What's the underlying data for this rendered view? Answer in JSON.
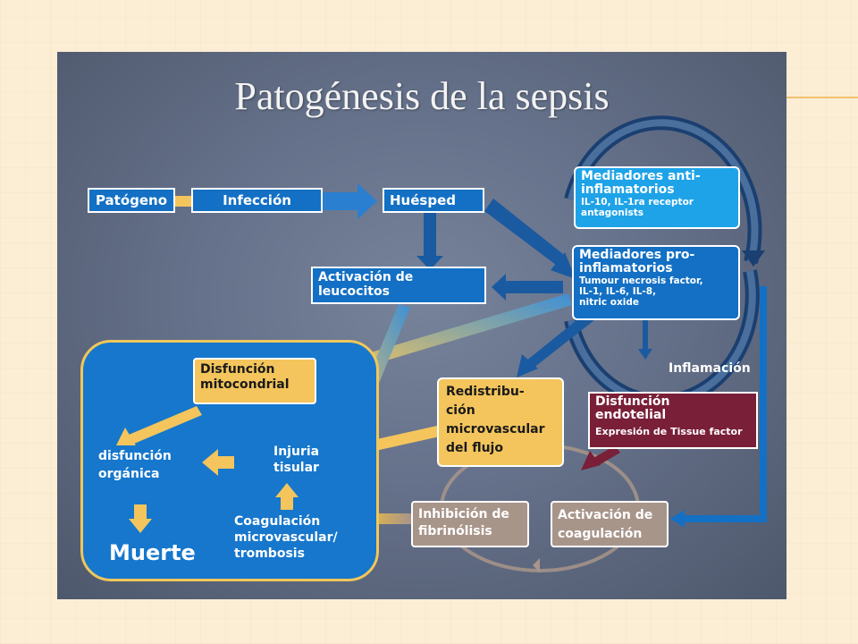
{
  "title": "Patogénesis de la sepsis",
  "nodes": {
    "patogeno": "Patógeno",
    "infeccion": "Infección",
    "huesped": "Huésped",
    "anti_title": "Mediadores anti-\ninflamatorios",
    "anti_detail": " IL-10, IL-1ra receptor\nantagonists",
    "pro_title": "Mediadores pro-\ninflamatorios",
    "pro_detail": " Tumour necrosis factor,\nIL-1, IL-6, IL-8,\nnitric oxide",
    "activacion_leucocitos": "Activación de\nleucocitos",
    "disfuncion_mitocondrial": "Disfunción\nmitocondrial",
    "redistribucion": "Redistribu-\nción\nmicrovascular\ndel flujo",
    "inflamacion": "Inflamación",
    "disfuncion_endotelial": "Disfunción\nendotelial",
    "expresion": "Expresión de Tissue factor",
    "disfuncion_organica": "disfunción\norgánica",
    "injuria_tisular": "Injuria\ntisular",
    "coagulacion_micro": "Coagulación\nmicrovascular/\ntrombosis",
    "muerte": "Muerte",
    "inhibicion": "Inhibición de\nfibrinólisis",
    "activacion_coagulacion": "Activación de\ncoagulación"
  },
  "colors": {
    "dark_blue": "#1370c4",
    "light_blue": "#1ea3e8",
    "yellow": "#f3c55c",
    "maroon": "#7a1f38",
    "taupe": "#a8958a",
    "slide_bg": "#59647a"
  }
}
